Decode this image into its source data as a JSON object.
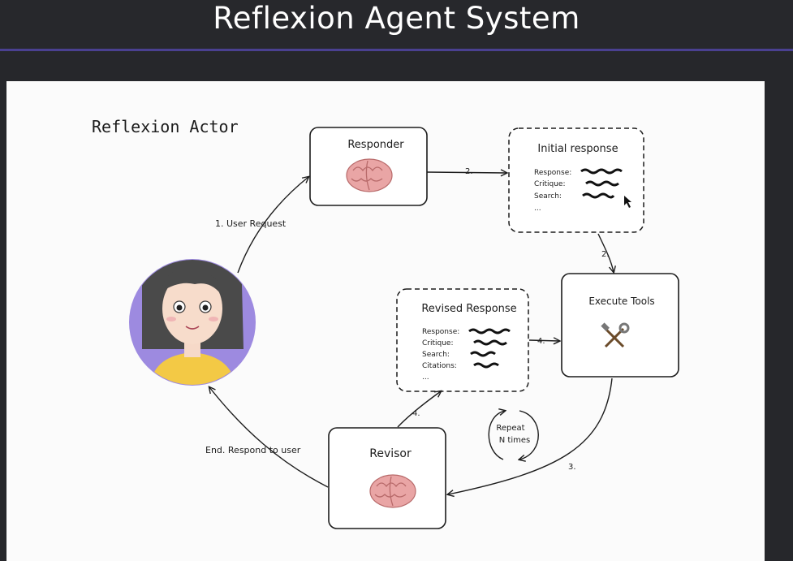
{
  "header": {
    "title": "Reflexion Agent System"
  },
  "diagram": {
    "section_title": "Reflexion Actor",
    "nodes": {
      "responder": {
        "label": "Responder"
      },
      "initial_response": {
        "label": "Initial response",
        "fields": [
          "Response:",
          "Critique:",
          "Search:",
          "..."
        ]
      },
      "execute_tools": {
        "label": "Execute Tools"
      },
      "revised_response": {
        "label": "Revised Response",
        "fields": [
          "Response:",
          "Critique:",
          "Search:",
          "Citations:",
          "..."
        ]
      },
      "revisor": {
        "label": "Revisor"
      },
      "repeat": {
        "line1": "Repeat",
        "line2": "N times"
      }
    },
    "edges": {
      "user_request": "1. User Request",
      "to_initial": "2.",
      "to_tools": "2.",
      "to_revised": "4.",
      "revised_to_tools": "4.",
      "tools_to_revisor": "3.",
      "respond": "End. Respond to user"
    },
    "colors": {
      "avatar_bg": "#9d8ae0",
      "shirt": "#f3c945",
      "hair": "#4a4a4a",
      "brain": "#e9a5a5"
    }
  }
}
